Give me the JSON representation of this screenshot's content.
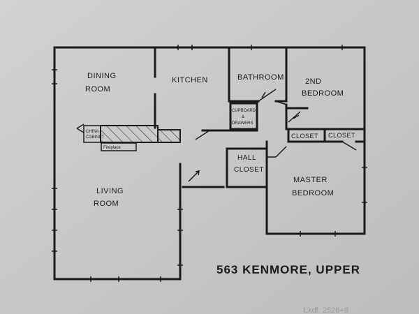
{
  "title": "563 KENMORE, UPPER",
  "rooms": {
    "dining": [
      "DINING",
      "ROOM"
    ],
    "kitchen": "KITCHEN",
    "bathroom": "BATHROOM",
    "bedroom2": [
      "2ND",
      "BEDROOM"
    ],
    "cupboard": [
      "CUPBOARD",
      "&",
      "DRAWERS"
    ],
    "closet1": "CLOSET",
    "closet2": "CLOSET",
    "hall_closet": [
      "HALL",
      "CLOSET"
    ],
    "master": [
      "MASTER",
      "BEDROOM"
    ],
    "living": [
      "LIVING",
      "ROOM"
    ],
    "china_cabinet": [
      "CHINA",
      "CABINET"
    ],
    "fireplace": "Fireplace"
  },
  "footer_note": "Lkdf. 2526+8"
}
